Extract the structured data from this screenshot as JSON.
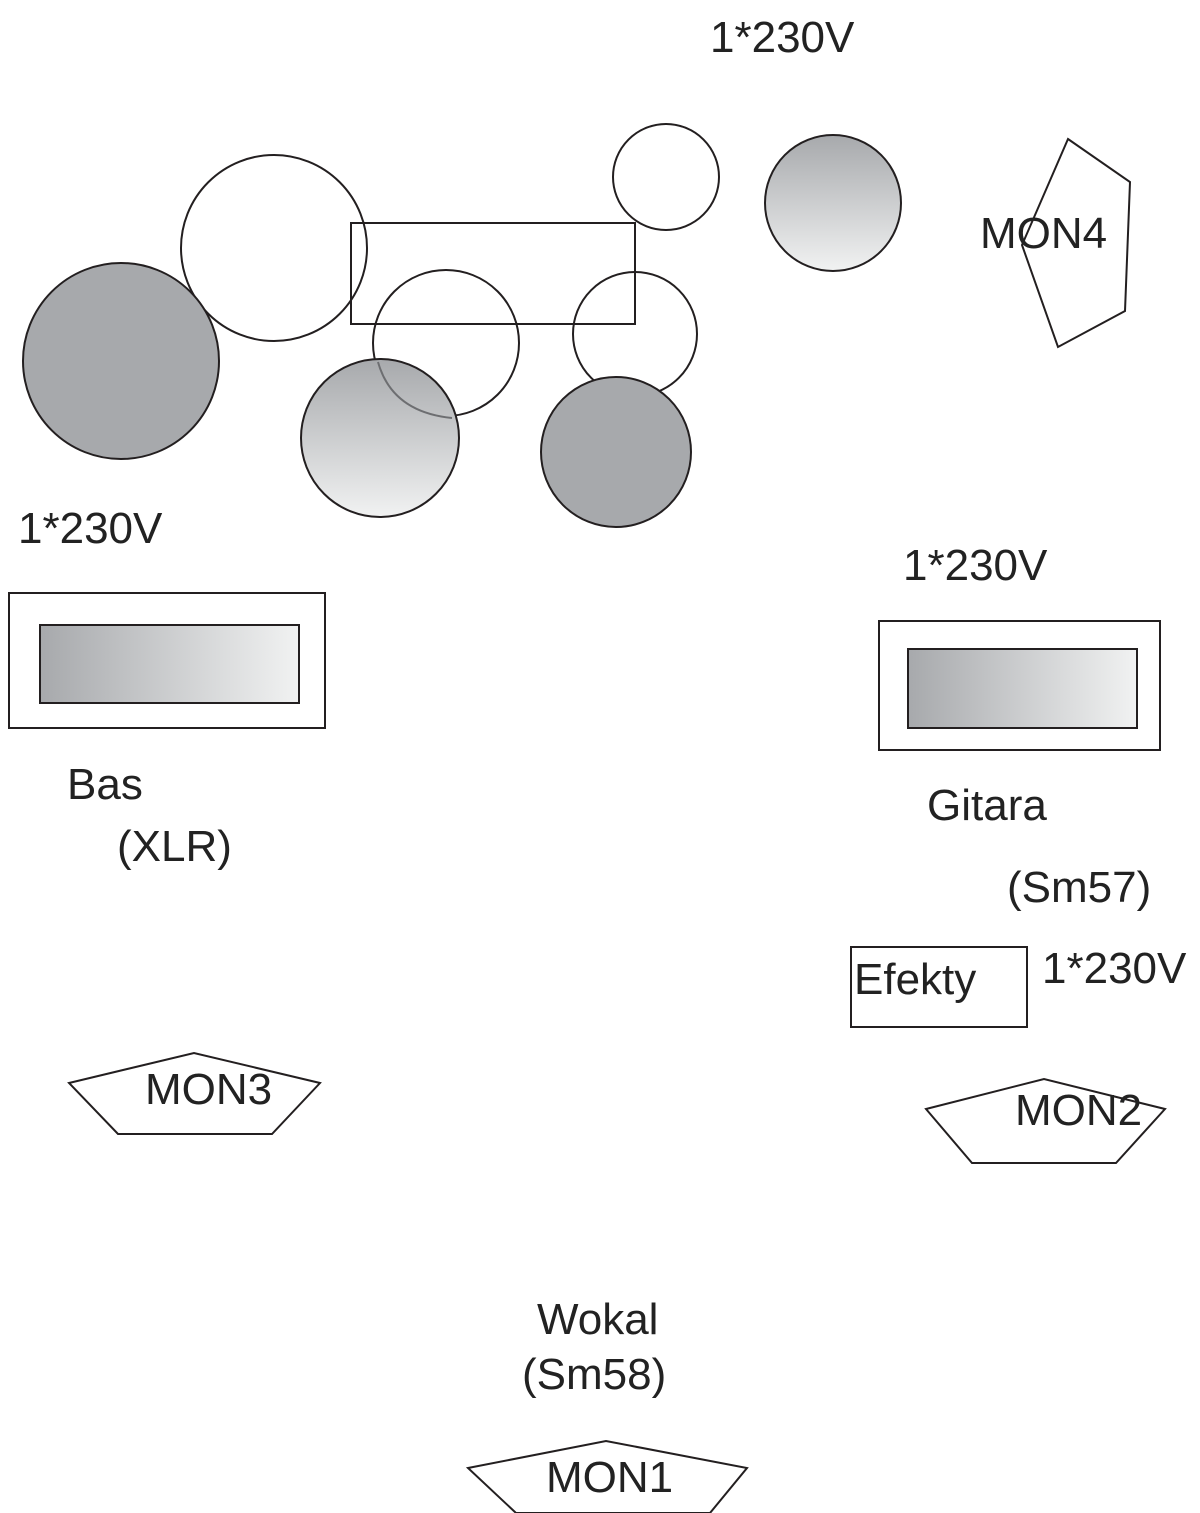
{
  "labels": {
    "power_top": "1*230V",
    "power_left": "1*230V",
    "power_right": "1*230V",
    "power_effects": "1*230V",
    "mon1": "MON1",
    "mon2": "MON2",
    "mon3": "MON3",
    "mon4": "MON4",
    "bass": "Bas",
    "bass_input": "(XLR)",
    "guitar": "Gitara",
    "guitar_mic": "(Sm57)",
    "effects": "Efekty",
    "vocal": "Wokal",
    "vocal_mic": "(Sm58)"
  },
  "colors": {
    "outline": "#231f20",
    "drum_gray": "#a7a9ac",
    "gradient_dark": "#a7a9ac",
    "gradient_light": "#f1f2f2",
    "text": "#222222"
  }
}
